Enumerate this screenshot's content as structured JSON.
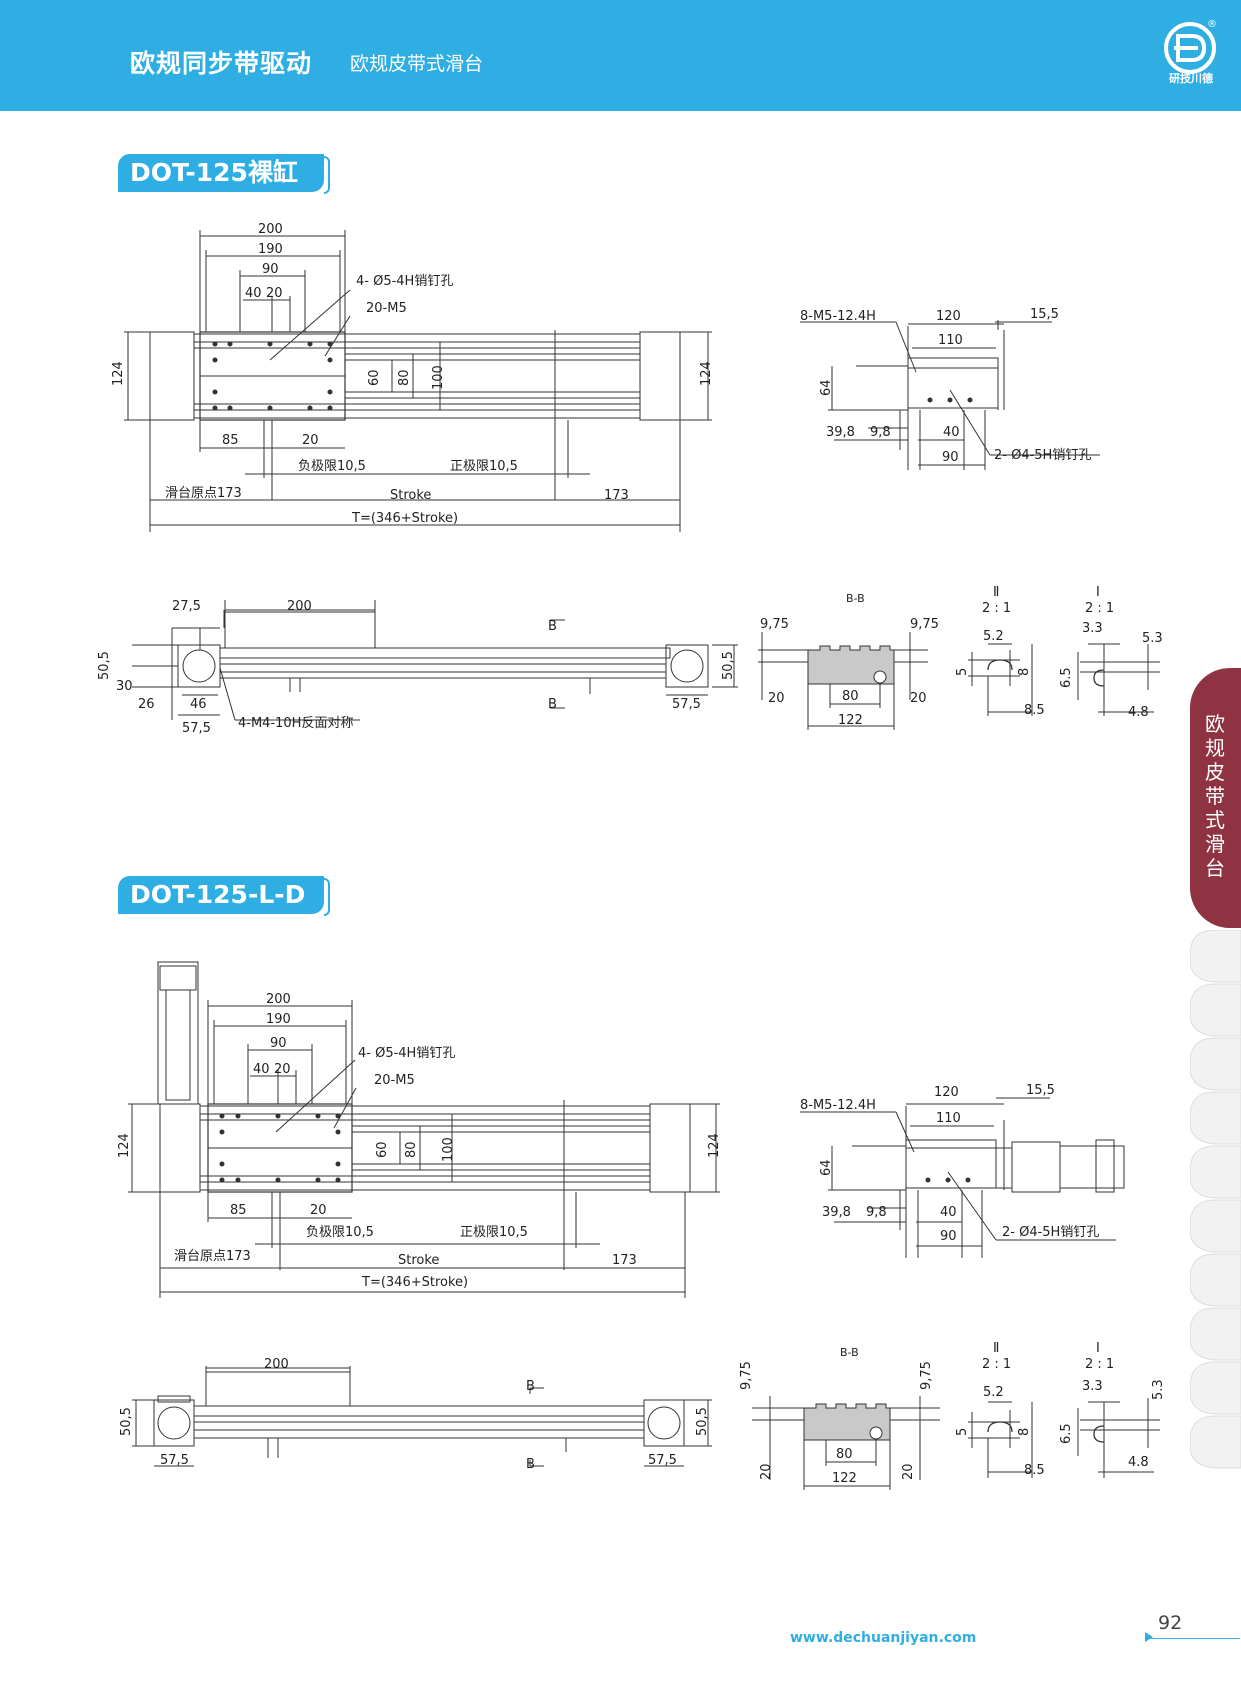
{
  "header": {
    "title": "欧规同步带驱动",
    "subtitle": "欧规皮带式滑台",
    "logo_text": "研技川德",
    "reg_mark": "®"
  },
  "sections": [
    {
      "label": "DOT-125裸缸"
    },
    {
      "label": "DOT-125-L-D"
    }
  ],
  "side_tab": {
    "label": "欧规皮带式滑台"
  },
  "colors": {
    "brand": "#2eaee3",
    "side_tab": "#8f3342"
  },
  "drawing": {
    "top_dims": {
      "d200": "200",
      "d190": "190",
      "d90": "90",
      "d40": "40",
      "d20": "20",
      "pin_holes": "4- Ø5-4H销钉孔",
      "m5": "20-M5",
      "h124": "124",
      "h60": "60",
      "h80": "80",
      "h100": "100",
      "d85": "85",
      "d20b": "20",
      "neg_limit": "负极限10,5",
      "pos_limit": "正极限10,5",
      "origin": "滑台原点173",
      "stroke": "Stroke",
      "d173": "173",
      "total": "T=(346+Stroke)"
    },
    "end_view": {
      "screws": "8-M5-12.4H",
      "w120": "120",
      "w15_5": "15,5",
      "w110": "110",
      "h64": "64",
      "d39_8": "39,8",
      "d9_8": "9,8",
      "d40": "40",
      "d90": "90",
      "pins": "2- Ø4-5H销钉孔"
    },
    "side_view": {
      "d27_5": "27,5",
      "d200": "200",
      "d50_5": "50,5",
      "d30": "30",
      "d26": "26",
      "d46": "46",
      "d57_5": "57,5",
      "holes": "4-M4-10H反面对称",
      "b_mark": "B"
    },
    "section_bb": {
      "title": "B-B",
      "d9_75": "9,75",
      "d20": "20",
      "d80": "80",
      "d122": "122"
    },
    "detail_ii": {
      "title": "Ⅱ",
      "scale": "2 : 1",
      "d5_2": "5.2",
      "d5": "5",
      "d8": "8",
      "d8_5": "8.5"
    },
    "detail_i": {
      "title": "Ⅰ",
      "scale": "2 : 1",
      "d3_3": "3.3",
      "d5_3": "5.3",
      "d6_5": "6.5",
      "d4_8": "4.8"
    }
  },
  "footer": {
    "url": "www.dechuanjiyan.com",
    "page": "92"
  }
}
